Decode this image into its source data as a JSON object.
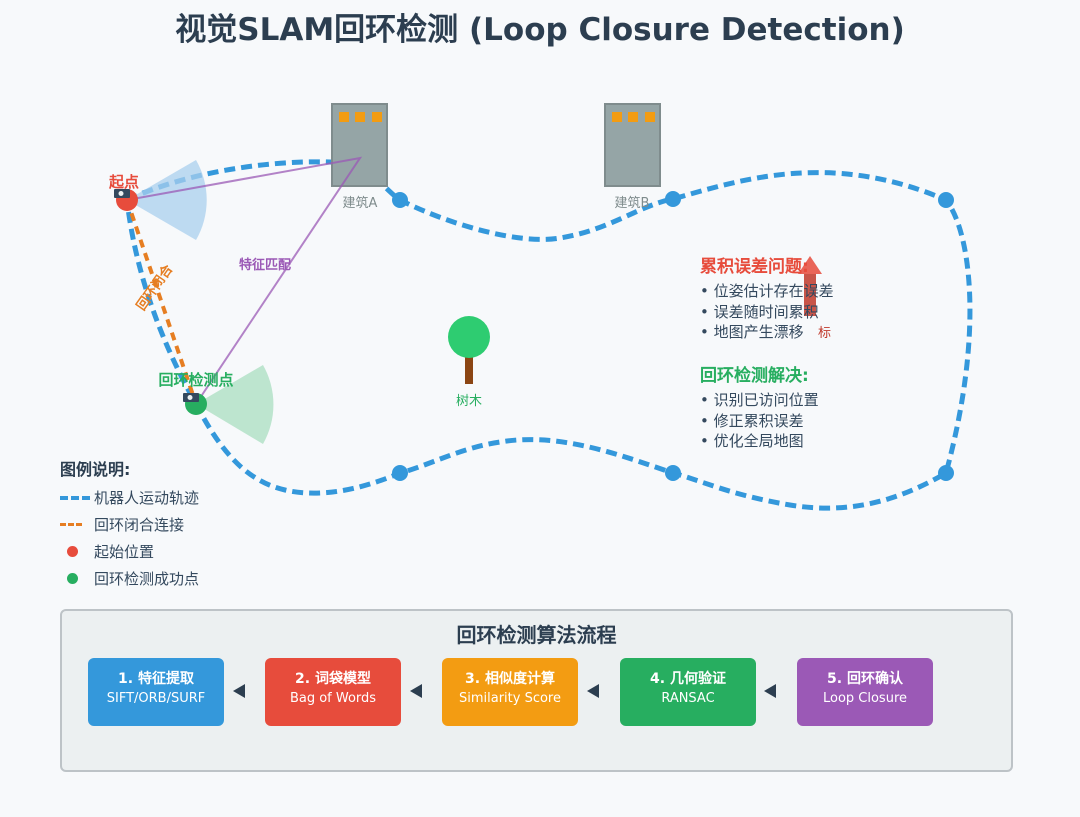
{
  "title": "视觉SLAM回环检测 (Loop Closure Detection)",
  "scene": {
    "start_label": "起点",
    "loop_point_label": "回环检测点",
    "loop_closure_label": "回环闭合",
    "feature_match_label": "特征匹配",
    "building_a_label": "建筑A",
    "building_b_label": "建筑B",
    "tree_label": "树木",
    "overlap_label": "标"
  },
  "colors": {
    "trajectory": "#3498db",
    "loop_closure": "#e67e22",
    "start": "#e74c3c",
    "loop_point": "#27ae60",
    "feature_match": "#9b59b6",
    "building": "#95a5a6",
    "window": "#f39c12",
    "tree_crown": "#2ecc71",
    "tree_trunk": "#8b4513"
  },
  "legend": {
    "title": "图例说明:",
    "items": [
      {
        "label": "机器人运动轨迹",
        "type": "blue-dash"
      },
      {
        "label": "回环闭合连接",
        "type": "orange-dash"
      },
      {
        "label": "起始位置",
        "type": "red-dot"
      },
      {
        "label": "回环检测成功点",
        "type": "green-dot"
      }
    ]
  },
  "problem": {
    "title": "累积误差问题:",
    "items": [
      "• 位姿估计存在误差",
      "• 误差随时间累积",
      "• 地图产生漂移"
    ]
  },
  "solution": {
    "title": "回环检测解决:",
    "items": [
      "• 识别已访问位置",
      "• 修正累积误差",
      "• 优化全局地图"
    ]
  },
  "flow": {
    "title": "回环检测算法流程",
    "steps": [
      {
        "title": "1. 特征提取",
        "subtitle": "SIFT/ORB/SURF",
        "color": "#3498db"
      },
      {
        "title": "2. 词袋模型",
        "subtitle": "Bag of Words",
        "color": "#e74c3c"
      },
      {
        "title": "3. 相似度计算",
        "subtitle": "Similarity Score",
        "color": "#f39c12"
      },
      {
        "title": "4. 几何验证",
        "subtitle": "RANSAC",
        "color": "#27ae60"
      },
      {
        "title": "5. 回环确认",
        "subtitle": "Loop Closure",
        "color": "#9b59b6"
      }
    ]
  }
}
